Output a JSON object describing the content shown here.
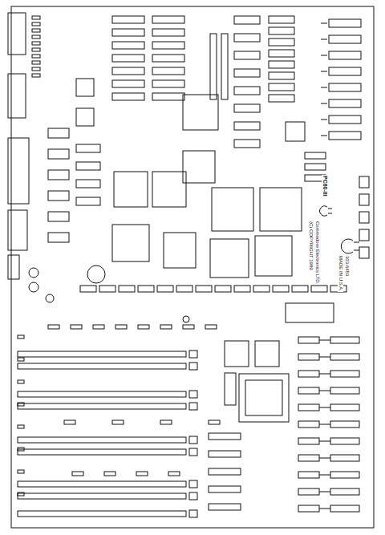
{
  "diagram": {
    "labels": [
      "PC60-III",
      "Commodore Electronics LTD.",
      "(C) COPYRIGHT 1989",
      "MADE IN U.S.A.",
      "303-6453"
    ]
  }
}
